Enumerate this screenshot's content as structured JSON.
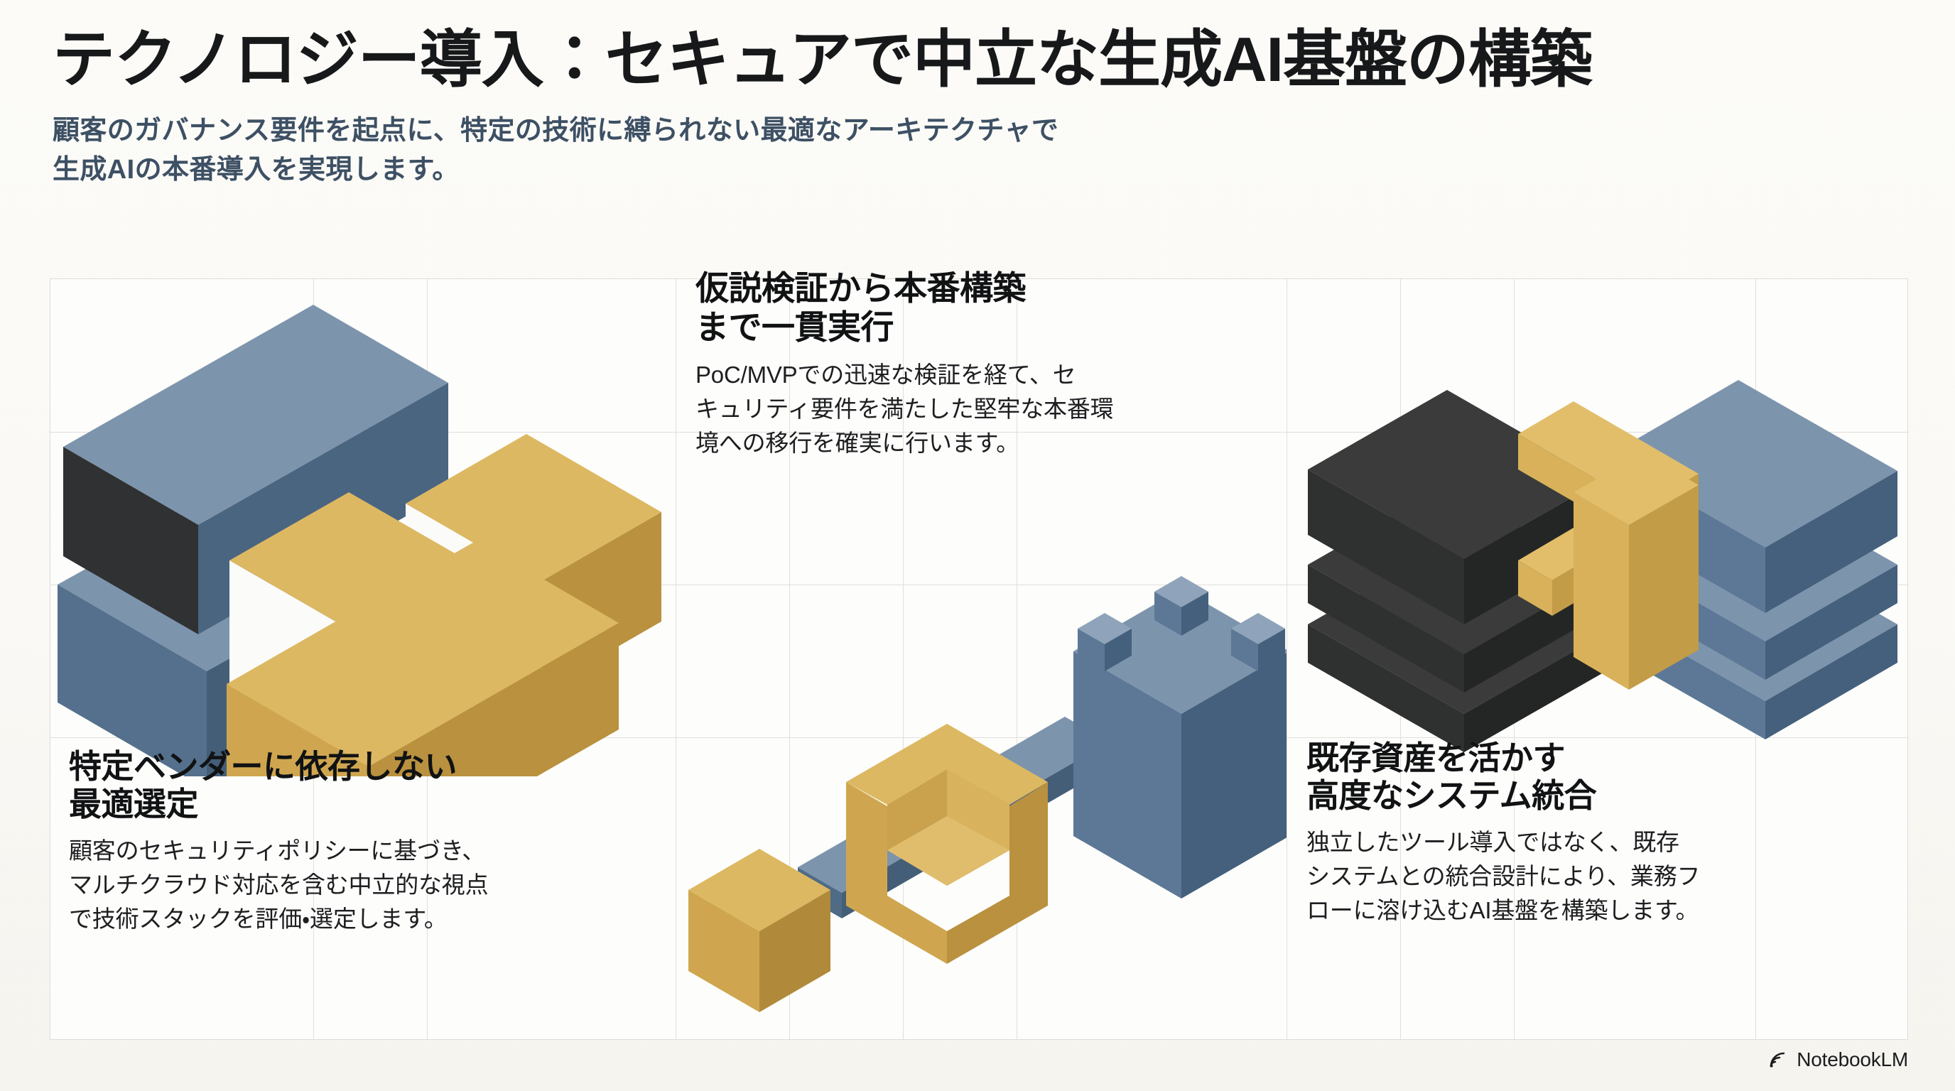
{
  "header": {
    "title": "テクノロジー導入：セキュアで中立な生成AI基盤の構築",
    "subtitle_line1": "顧客のガバナンス要件を起点に、特定の技術に縛られない最適なアーキテクチャで",
    "subtitle_line2": "生成AIの本番導入を実現します。"
  },
  "columns": {
    "left": {
      "heading_line1": "特定ベンダーに依存しない",
      "heading_line2": "最適選定",
      "body_line1": "顧客のセキュリティポリシーに基づき、",
      "body_line2": "マルチクラウド対応を含む中立的な視点",
      "body_line3": "で技術スタックを評価・選定します。",
      "illustration": "isometric-blocks-vendor-neutral"
    },
    "middle": {
      "heading_line1": "仮説検証から本番構築",
      "heading_line2": "まで一貫実行",
      "body_line1": "PoC/MVPでの迅速な検証を経て、セ",
      "body_line2": "キュリティ要件を満たした堅牢な本番環",
      "body_line3": "境への移行を確実に行います。",
      "illustration": "isometric-ascending-stages"
    },
    "right": {
      "heading_line1": "既存資産を活かす",
      "heading_line2": "高度なシステム統合",
      "body_line1": "独立したツール導入ではなく、既存",
      "body_line2": "システムとの統合設計により、業務フ",
      "body_line3": "ローに溶け込むAI基盤を構築します。",
      "illustration": "isometric-layered-integration"
    }
  },
  "footer": {
    "brand": "NotebookLM",
    "icon": "notebooklm-spiral-icon"
  },
  "palette": {
    "title_color": "#17181a",
    "subtitle_color": "#3d5064",
    "body_color": "#1d1e20",
    "page_background": "#fbfaf7",
    "canvas_background": "#fdfdfb",
    "grid_line": "#e0dfdb",
    "blue_top": "#7d94ad",
    "blue_left": "#5c7896",
    "blue_right": "#4a6580",
    "gold_top": "#ddb862",
    "gold_left": "#cfa64f",
    "gold_right": "#b9913f",
    "dark_top": "#3a3b3a",
    "dark_left": "#2f3030",
    "dark_right": "#242525",
    "white_face": "#fbfbf9"
  }
}
